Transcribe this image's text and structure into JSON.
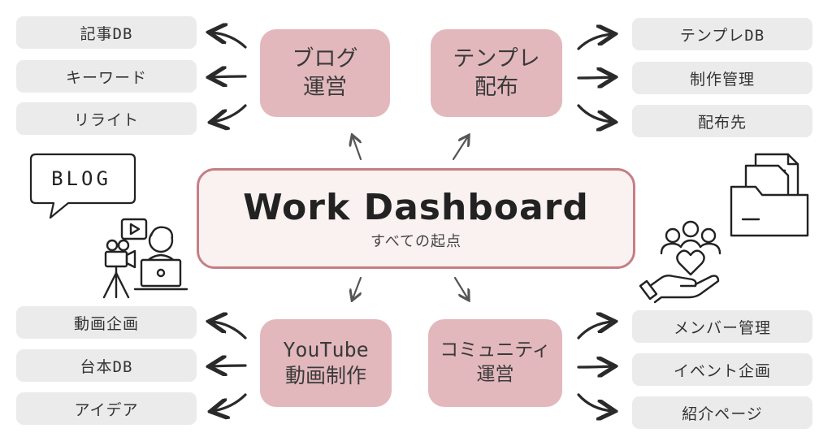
{
  "hub": {
    "title": "Work Dashboard",
    "subtitle": "すべての起点"
  },
  "categories": {
    "blog": {
      "line1": "ブログ",
      "line2": "運営"
    },
    "template": {
      "line1": "テンプレ",
      "line2": "配布"
    },
    "youtube": {
      "line1": "YouTube",
      "line2": "動画制作"
    },
    "community": {
      "line1": "コミュニティ",
      "line2": "運営"
    }
  },
  "items": {
    "blog": [
      "記事DB",
      "キーワード",
      "リライト"
    ],
    "template": [
      "テンプレDB",
      "制作管理",
      "配布先"
    ],
    "youtube": [
      "動画企画",
      "台本DB",
      "アイデア"
    ],
    "community": [
      "メンバー管理",
      "イベント企画",
      "紹介ページ"
    ]
  },
  "illustrations": {
    "speech_bubble_text": "BLOG",
    "icons": [
      "speech-bubble-icon",
      "video-creator-icon",
      "folder-documents-icon",
      "community-hand-heart-icon"
    ]
  },
  "colors": {
    "category_fill": "#e2b8bc",
    "hub_fill": "#faf1f1",
    "hub_border": "#c47f86",
    "item_fill": "#ebebeb"
  }
}
